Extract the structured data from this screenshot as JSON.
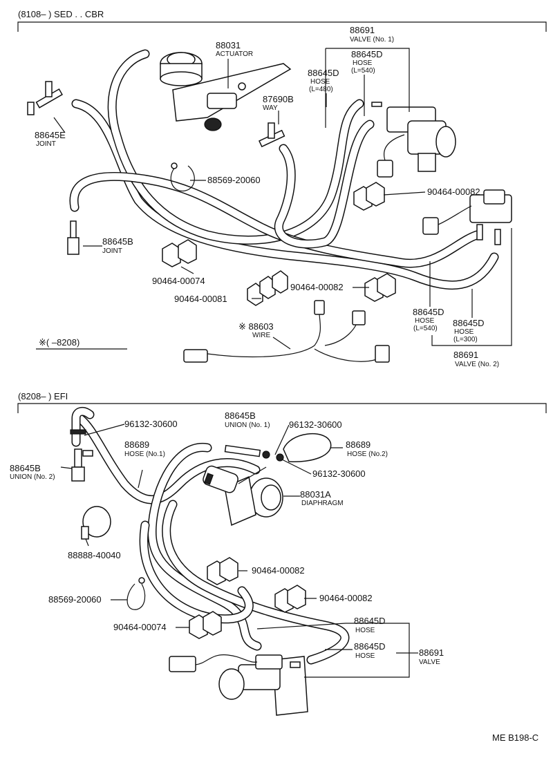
{
  "section1": {
    "heading": "(8108–     ) SED . . CBR",
    "note": "※(     –8208)",
    "parts": {
      "p88691_v1": {
        "number": "88691",
        "desc": "VALVE (No. 1)"
      },
      "p88645D_540_top": {
        "number": "88645D",
        "desc": "HOSE",
        "len": "(L=540)"
      },
      "p88645D_480": {
        "number": "88645D",
        "desc": "HOSE",
        "len": "(L=480)"
      },
      "p88031": {
        "number": "88031",
        "desc": "ACTUATOR"
      },
      "p87690B": {
        "number": "87690B",
        "desc": "WAY"
      },
      "p88645E": {
        "number": "88645E",
        "desc": "JOINT"
      },
      "p88569": {
        "number": "88569-20060"
      },
      "p90464_00082_a": {
        "number": "90464-00082"
      },
      "p88645B": {
        "number": "88645B",
        "desc": "JOINT"
      },
      "p90464_00074": {
        "number": "90464-00074"
      },
      "p90464_00081": {
        "number": "90464-00081"
      },
      "p90464_00082_b": {
        "number": "90464-00082"
      },
      "p88603": {
        "number": "※ 88603",
        "desc": "WIRE"
      },
      "p88645D_540_bot": {
        "number": "88645D",
        "desc": "HOSE",
        "len": "(L=540)"
      },
      "p88645D_300": {
        "number": "88645D",
        "desc": "HOSE",
        "len": "(L=300)"
      },
      "p88691_v2": {
        "number": "88691",
        "desc": "VALVE (No. 2)"
      }
    }
  },
  "section2": {
    "heading": "(8208–     ) EFI",
    "parts": {
      "p96132_a": {
        "number": "96132-30600"
      },
      "p88645B_u1": {
        "number": "88645B",
        "desc": "UNION (No. 1)"
      },
      "p96132_b": {
        "number": "96132-30600"
      },
      "p88689_h1": {
        "number": "88689",
        "desc": "HOSE (No.1)"
      },
      "p88689_h2": {
        "number": "88689",
        "desc": "HOSE (No.2)"
      },
      "p88645B_u2": {
        "number": "88645B",
        "desc": "UNION (No. 2)"
      },
      "p96132_c": {
        "number": "96132-30600"
      },
      "p88031A": {
        "number": "88031A",
        "desc": "DIAPHRAGM"
      },
      "p88888": {
        "number": "88888-40040"
      },
      "p90464_00082_c": {
        "number": "90464-00082"
      },
      "p90464_00082_d": {
        "number": "90464-00082"
      },
      "p88569_b": {
        "number": "88569-20060"
      },
      "p90464_00074_b": {
        "number": "90464-00074"
      },
      "p88645D_a": {
        "number": "88645D",
        "desc": "HOSE"
      },
      "p88645D_b": {
        "number": "88645D",
        "desc": "HOSE"
      },
      "p88691": {
        "number": "88691",
        "desc": "VALVE"
      }
    }
  },
  "footer": {
    "code": "ME  B198-C"
  }
}
